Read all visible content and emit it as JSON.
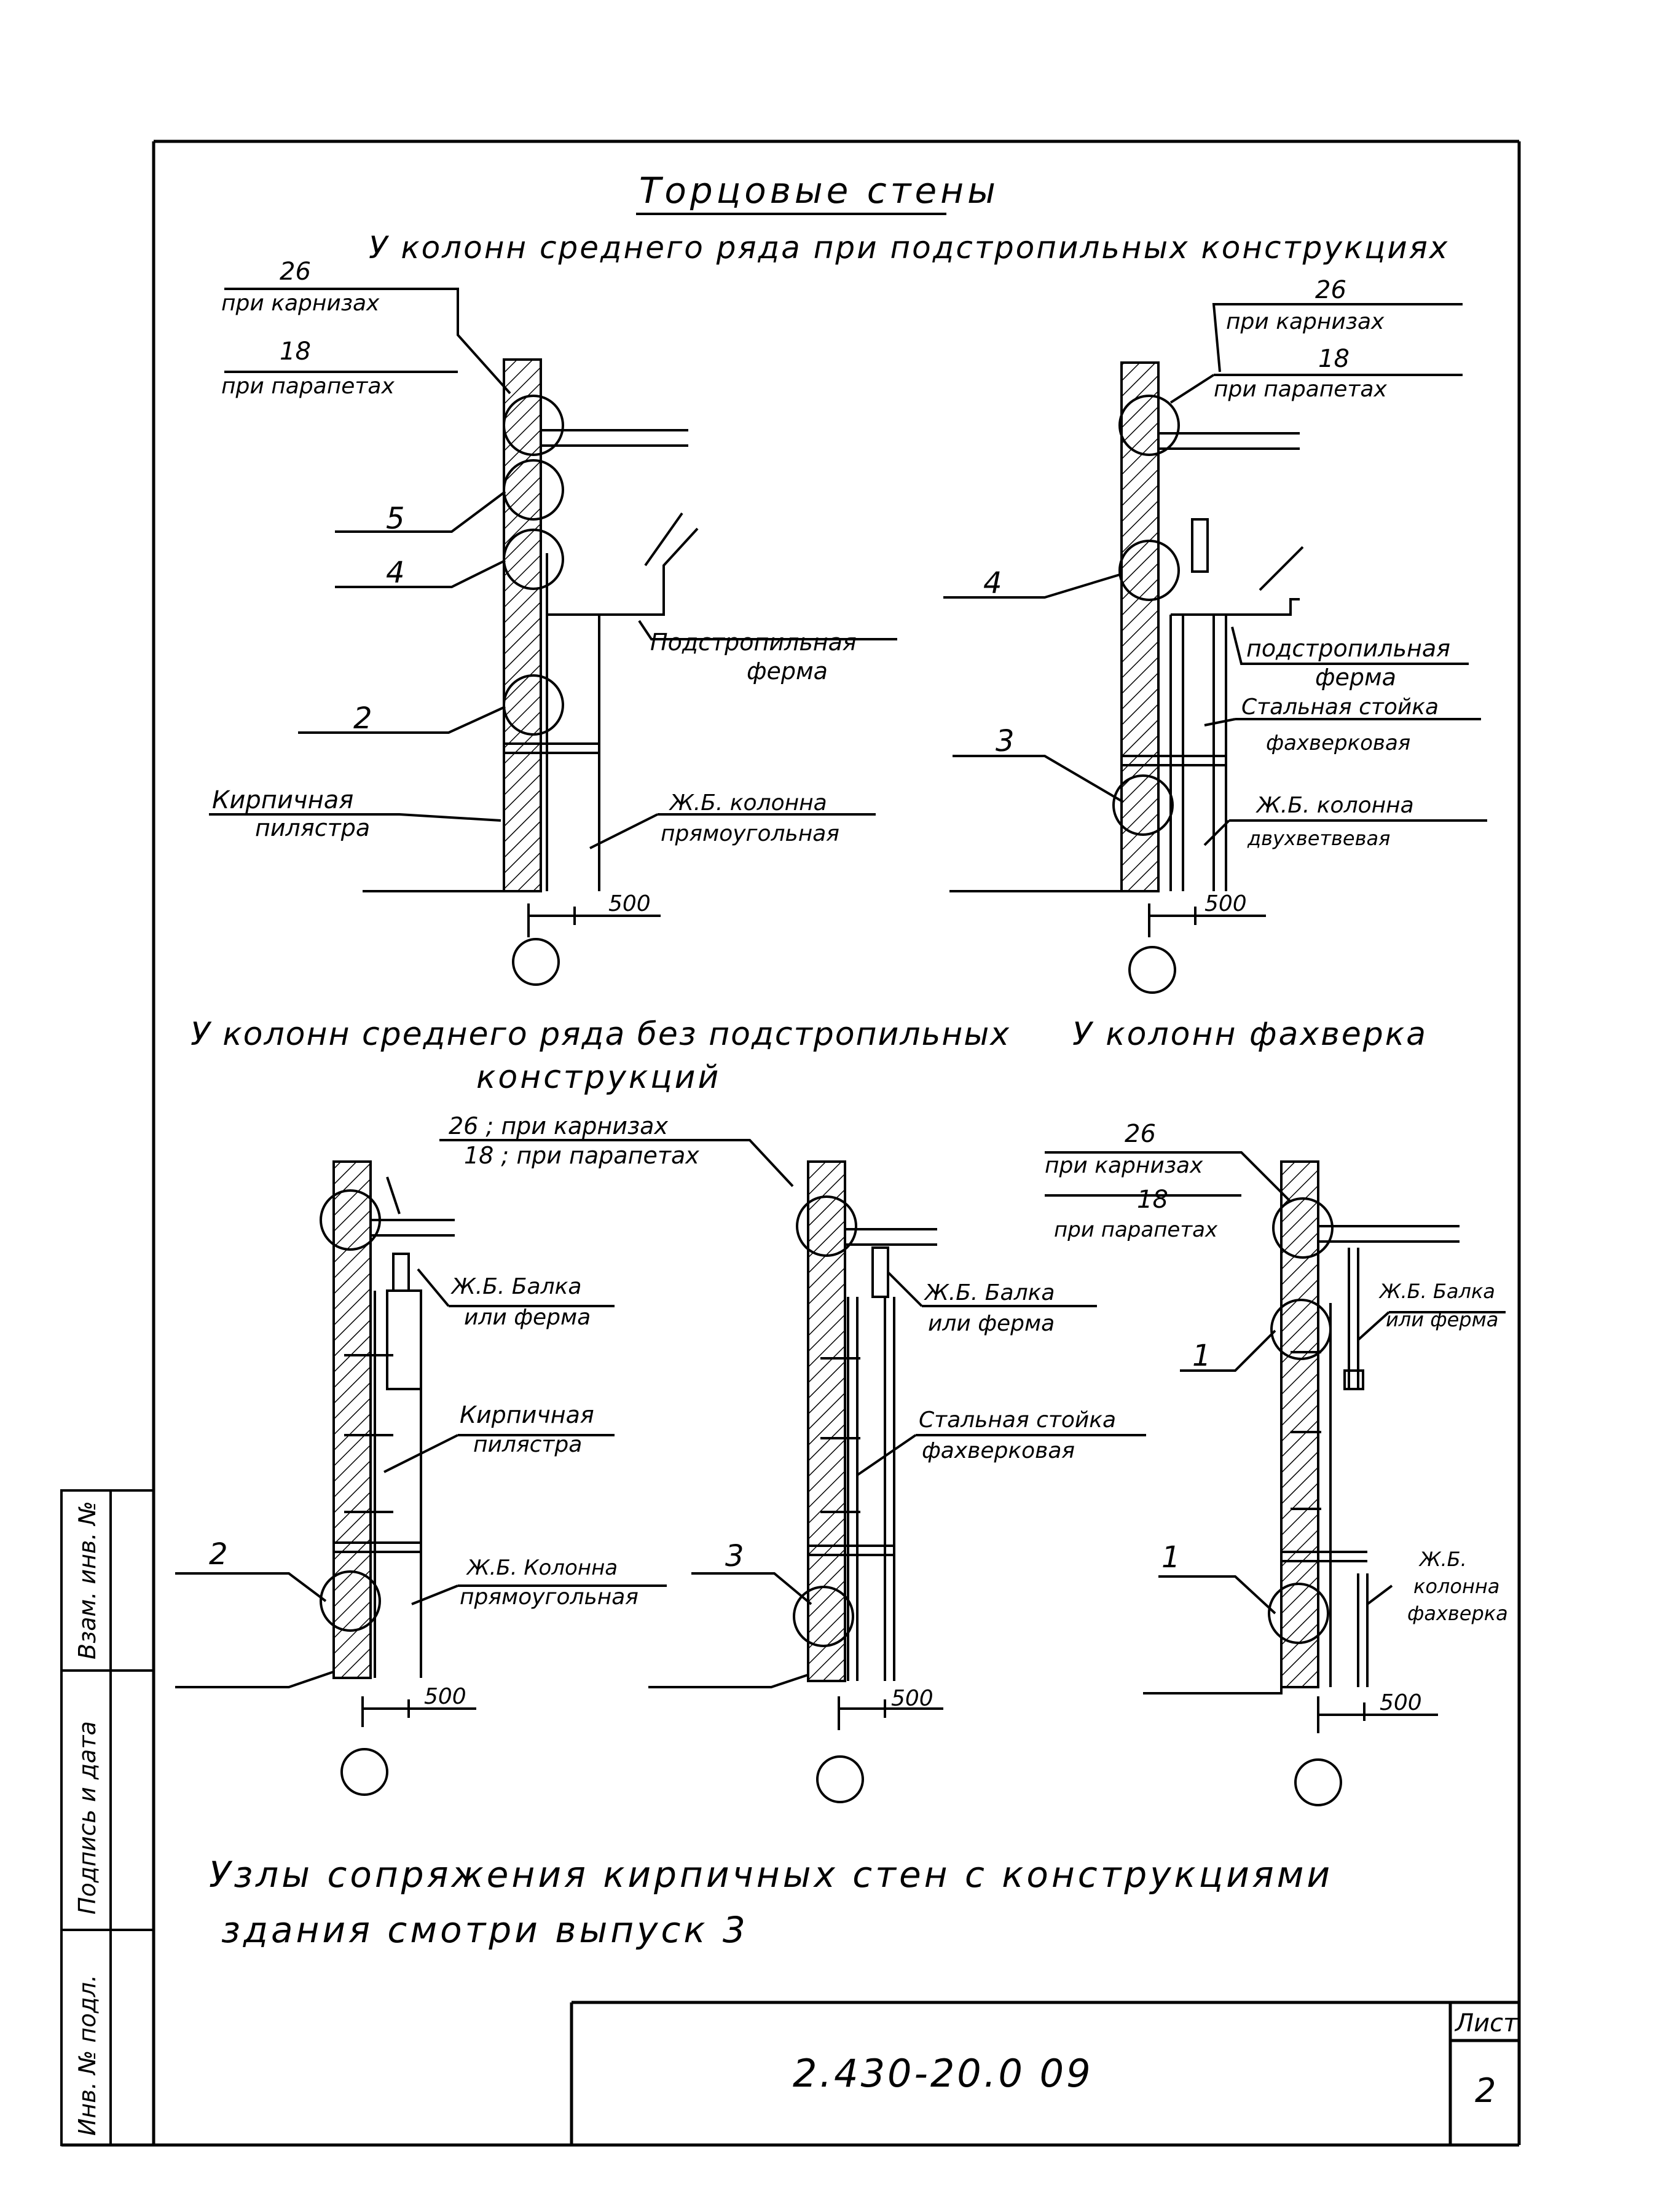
{
  "sheet": {
    "title": "Торцовые стены",
    "footer_note_line1": "Узлы сопряжения кирпичных стен с конструкциями",
    "footer_note_line2": "здания смотри выпуск 3"
  },
  "title_block": {
    "doc_code": "2.430-20.0 09",
    "sheet_label": "Лист",
    "sheet_number": "2"
  },
  "side_stamp": {
    "field1": "Взам. инв. №",
    "field2": "Подпись и дата",
    "field3": "Инв. № подл."
  },
  "section_top": {
    "heading": "У колонн среднего ряда при подстропильных конструкциях"
  },
  "section_bottom_left": {
    "heading_line1": "У колонн среднего ряда без подстропильных",
    "heading_line2": "конструкций"
  },
  "section_bottom_right": {
    "heading": "У колонн фахверка"
  },
  "detail_a": {
    "dim_top": "26",
    "note_top": "при карнизах",
    "dim_mid": "18",
    "note_mid": "при парапетах",
    "node_5": "5",
    "node_4": "4",
    "node_2": "2",
    "truss_l1": "Подстропильная",
    "truss_l2": "ферма",
    "pilaster_l1": "Кирпичная",
    "pilaster_l2": "пилястра",
    "column_l1": "Ж.Б. колонна",
    "column_l2": "прямоугольная",
    "dim_500": "500"
  },
  "detail_b": {
    "dim_top": "26",
    "note_top": "при карнизах",
    "dim_mid": "18",
    "note_mid": "при парапетах",
    "node_4": "4",
    "node_3": "3",
    "truss_l1": "подстропильная",
    "truss_l2": "ферма",
    "post_l1": "Стальная стойка",
    "post_l2": "фахверковая",
    "column_l1": "Ж.Б. колонна",
    "column_l2": "двухветвевая",
    "dim_500": "500"
  },
  "detail_c": {
    "note1": "26 ; при карнизах",
    "note2": "18 ; при парапетах",
    "beam_l1": "Ж.Б. Балка",
    "beam_l2": "или ферма",
    "pilaster_l1": "Кирпичная",
    "pilaster_l2": "пилястра",
    "column_l1": "Ж.Б. Колонна",
    "column_l2": "прямоугольная",
    "node_2": "2",
    "dim_500": "500"
  },
  "detail_d": {
    "beam_l1": "Ж.Б. Балка",
    "beam_l2": "или ферма",
    "post_l1": "Стальная стойка",
    "post_l2": "фахверковая",
    "node_3": "3",
    "dim_500": "500"
  },
  "detail_e": {
    "dim_top": "26",
    "note_top": "при карнизах",
    "dim_mid": "18",
    "note_mid": "при парапетах",
    "beam_l1": "Ж.Б. Балка",
    "beam_l2": "или ферма",
    "node_1a": "1",
    "node_1b": "1",
    "column_l1": "Ж.Б.",
    "column_l2": "колонна",
    "column_l3": "фахверка",
    "dim_500": "500"
  }
}
